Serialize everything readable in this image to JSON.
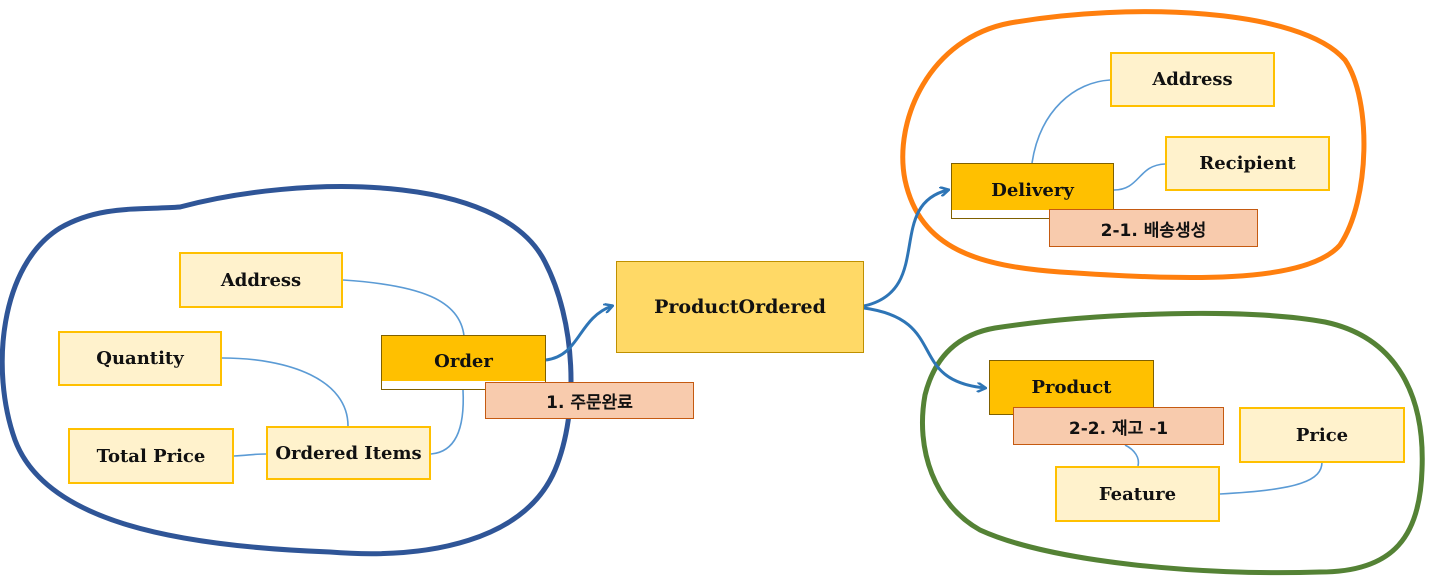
{
  "colors": {
    "order_context": "#2f5597",
    "delivery_context": "#ff7f0e",
    "product_context": "#548235",
    "link": "#5b9bd5",
    "flow": "#2e75b6",
    "aggregate": "#ffc000",
    "attribute": "#fff2cc",
    "event": "#ffd966",
    "command": "#f8cbad"
  },
  "order": {
    "aggregate": "Order",
    "command": "1. 주문완료",
    "attributes": {
      "address": "Address",
      "quantity": "Quantity",
      "total_price": "Total Price",
      "ordered_items": "Ordered Items"
    }
  },
  "event": {
    "label": "ProductOrdered"
  },
  "delivery": {
    "aggregate": "Delivery",
    "command": "2-1. 배송생성",
    "attributes": {
      "address": "Address",
      "recipient": "Recipient"
    }
  },
  "product": {
    "aggregate": "Product",
    "command": "2-2. 재고 -1",
    "attributes": {
      "price": "Price",
      "feature": "Feature"
    }
  }
}
